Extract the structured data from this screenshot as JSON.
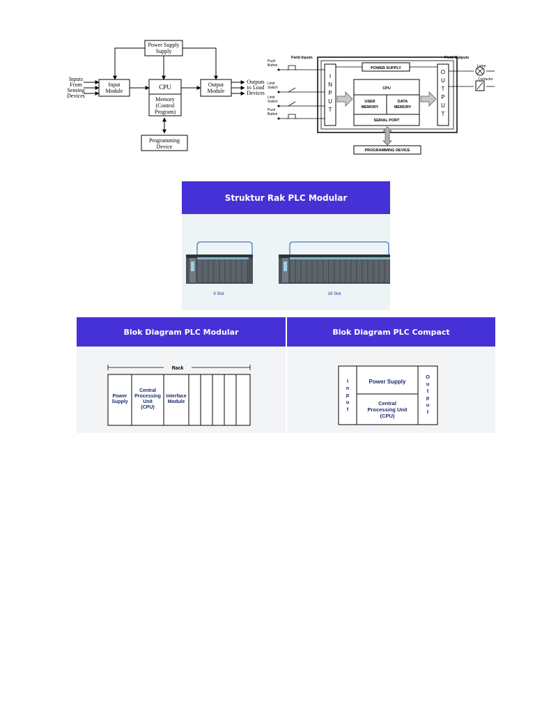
{
  "diagram1": {
    "power_supply": "Power Supply",
    "inputs_label": [
      "Inputs",
      "From",
      "Sensing",
      "Devices"
    ],
    "input_module": [
      "Input",
      "Module"
    ],
    "cpu": "CPU",
    "memory": [
      "Memory",
      "(Control",
      "Program)"
    ],
    "output_module": [
      "Output",
      "Module"
    ],
    "outputs_label": [
      "Outputs",
      "to Load",
      "Devices"
    ],
    "programming_device": [
      "Programming",
      "Device"
    ]
  },
  "diagram2": {
    "field_inputs": "Field Inputs",
    "field_outputs": "Field Outputs",
    "push_button_1": [
      "Push",
      "Button"
    ],
    "limit_switch_1": [
      "Limit",
      "Switch"
    ],
    "limit_switch_2": [
      "Limit",
      "Switch"
    ],
    "push_button_2": [
      "Push",
      "Button"
    ],
    "input_letters": [
      "I",
      "N",
      "P",
      "U",
      "T"
    ],
    "output_letters": [
      "O",
      "U",
      "T",
      "P",
      "U",
      "T"
    ],
    "power_supply": "POWER SUPPLY",
    "cpu": "CPU",
    "user_memory": [
      "USER",
      "MEMORY"
    ],
    "data_memory": [
      "DATA",
      "MEMORY"
    ],
    "serial_port": "SERIAL PORT",
    "programming_device": "PROGRAMMING DEVICE",
    "lamp": "Lamp",
    "contactor": "Contactor"
  },
  "rack_section": {
    "title": "Struktur Rak PLC Modular",
    "rack_9_label": "9 Slot",
    "rack_18_label": "18 Slot"
  },
  "modular_section": {
    "title": "Blok Diagram PLC Modular",
    "rack_label": "Rack",
    "power_supply": [
      "Power",
      "Supply"
    ],
    "cpu": [
      "Central",
      "Processing",
      "Unit",
      "(CPU)"
    ],
    "interface": [
      "Interface",
      "Module"
    ]
  },
  "compact_section": {
    "title": "Blok Diagram PLC Compact",
    "input_letters": [
      "I",
      "n",
      "p",
      "u",
      "t"
    ],
    "output_letters": [
      "O",
      "u",
      "t",
      "p",
      "u",
      "t"
    ],
    "power_supply": "Power Supply",
    "cpu": [
      "Central",
      "Processing Unit",
      "(CPU)"
    ]
  }
}
